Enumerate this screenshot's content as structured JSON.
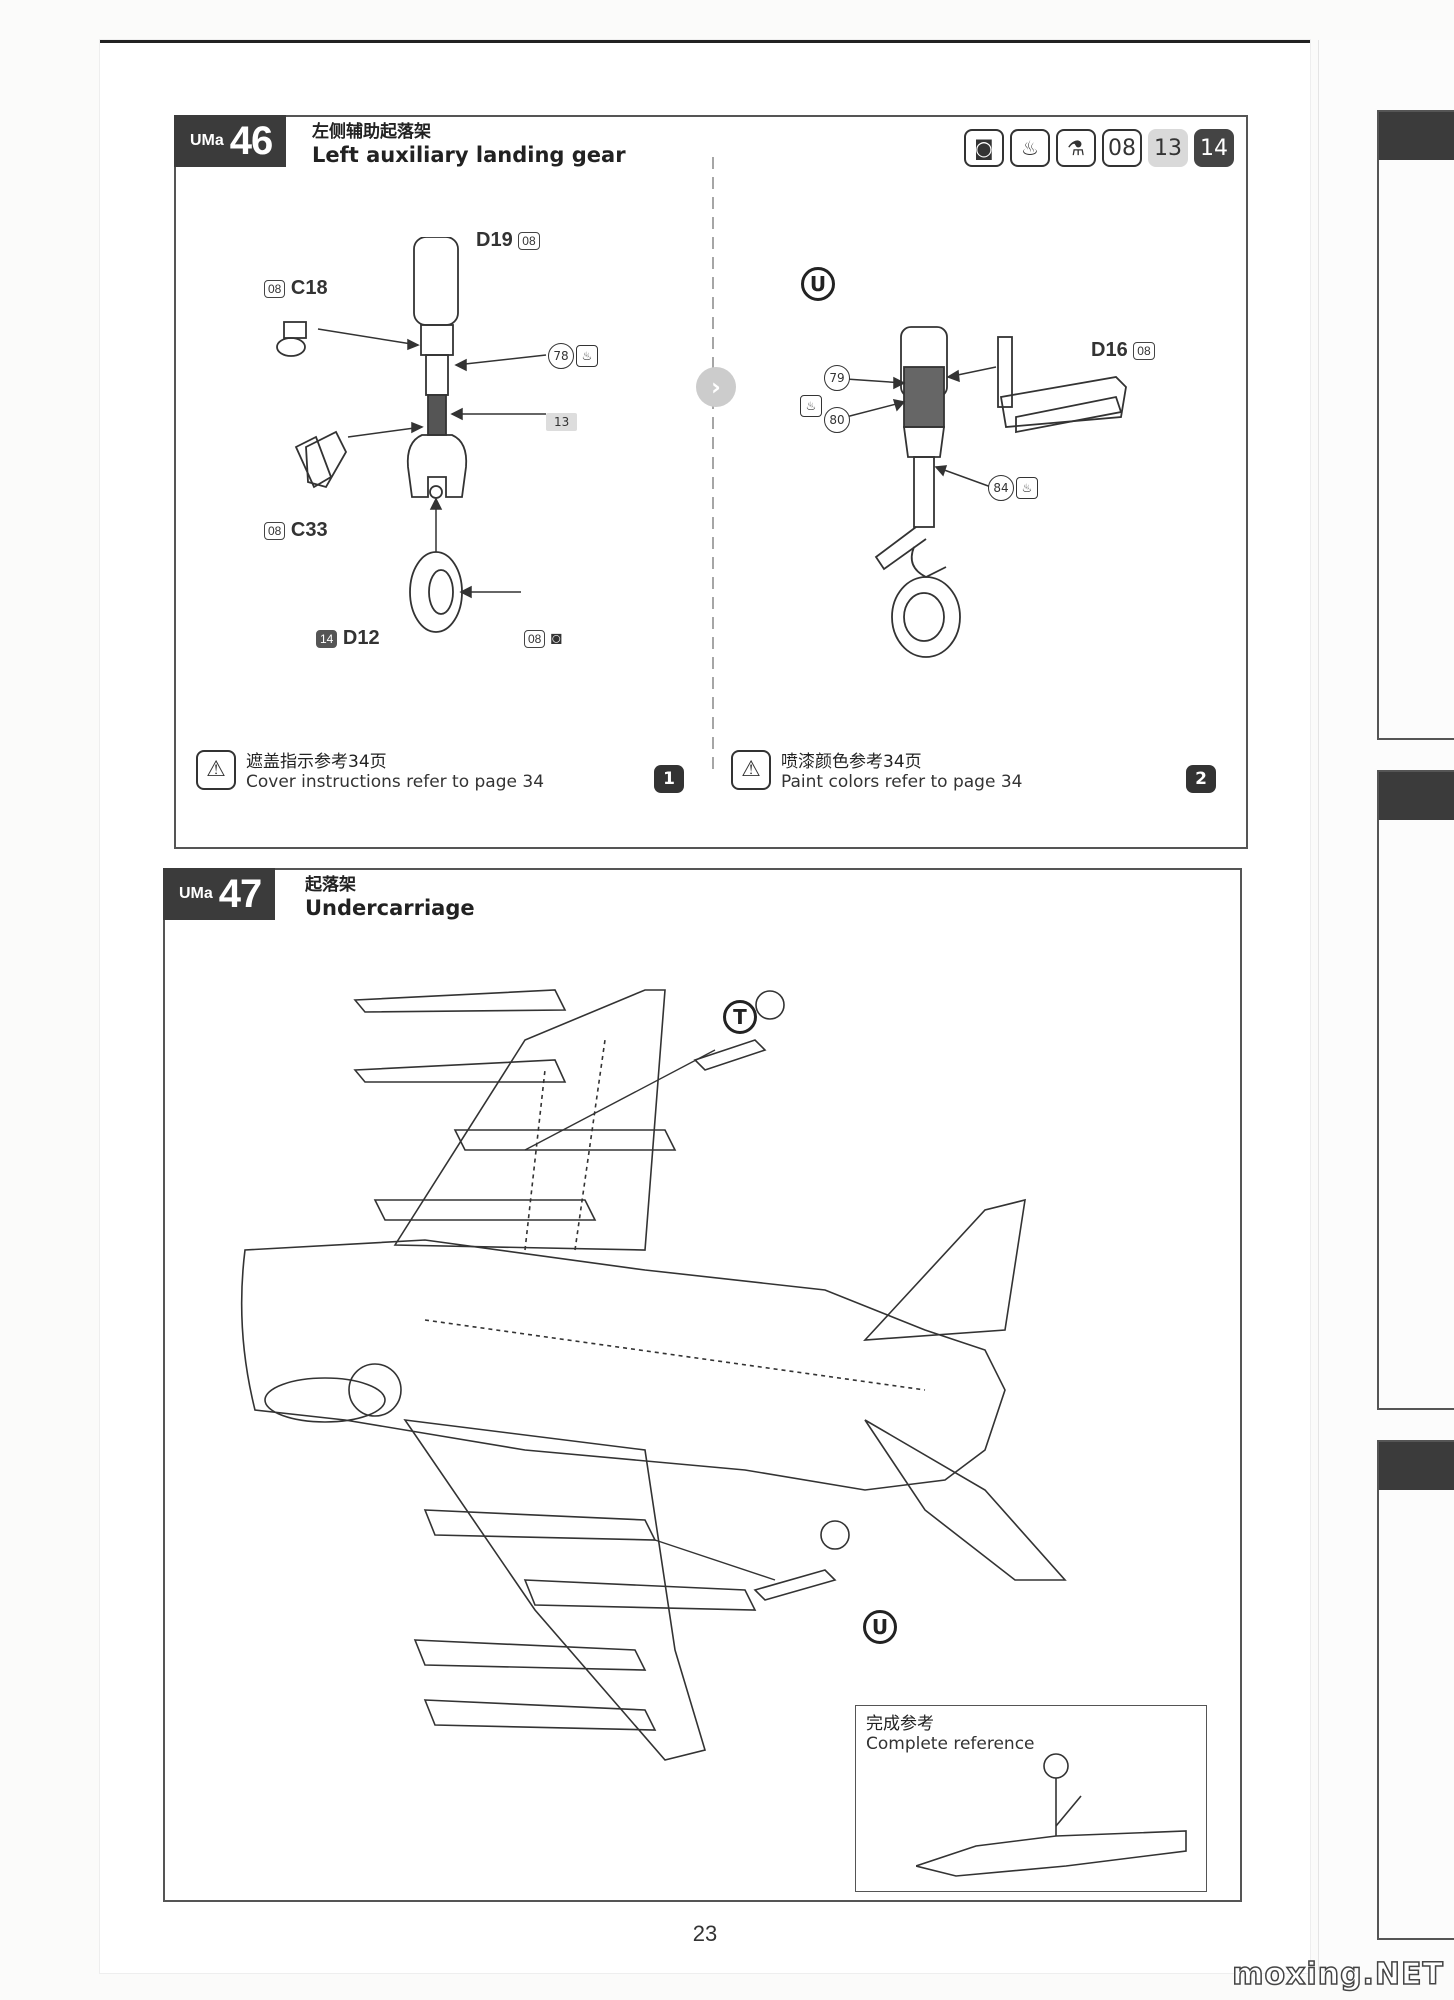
{
  "brand": "UMa",
  "step46": {
    "number": "46",
    "title_cn": "左侧辅助起落架",
    "title_en": "Left auxiliary landing gear",
    "paint_codes": [
      "08",
      "13",
      "14"
    ],
    "icons": [
      "mask-icon",
      "paint-pot-icon",
      "paint-bucket-icon"
    ],
    "parts": {
      "d19": "D19",
      "d19_paint": "08",
      "c18": "C18",
      "c18_paint": "08",
      "c33": "C33",
      "c33_paint": "08",
      "d12": "D12",
      "d12_paint": "14",
      "d12_tire": "08",
      "d16": "D16",
      "d16_paint": "08",
      "strut_paint": "13"
    },
    "callouts": {
      "c78": "78",
      "c79": "79",
      "c80": "80",
      "c84": "84"
    },
    "view_letter": "U",
    "note_left_cn": "遮盖指示参考34页",
    "note_left_en": "Cover instructions refer to page 34",
    "note_right_cn": "喷漆颜色参考34页",
    "note_right_en": "Paint colors refer to page 34",
    "sub1": "1",
    "sub2": "2"
  },
  "step47": {
    "number": "47",
    "title_cn": "起落架",
    "title_en": "Undercarriage",
    "letter_t": "T",
    "letter_u": "U",
    "ref_cn": "完成参考",
    "ref_en": "Complete reference"
  },
  "page_number": "23",
  "watermark": "moxing.NET"
}
